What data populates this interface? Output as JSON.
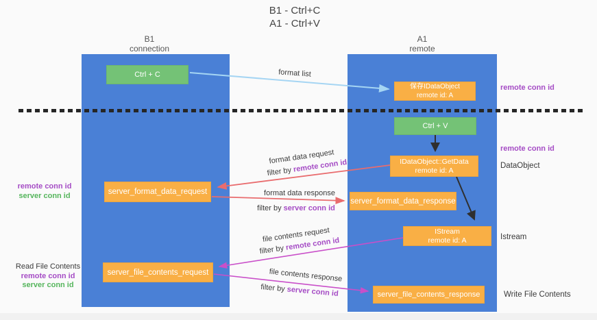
{
  "title": {
    "line1": "B1 - Ctrl+C",
    "line2": "A1 - Ctrl+V"
  },
  "lanes": {
    "left": {
      "name": "B1",
      "role": "connection"
    },
    "right": {
      "name": "A1",
      "role": "remote"
    }
  },
  "boxes": {
    "ctrl_c": {
      "label": "Ctrl + C"
    },
    "ctrl_v": {
      "label": "Ctrl + V"
    },
    "save_dataobject": {
      "line1": "保存IDataObject",
      "line2": "remote id: A"
    },
    "getdata": {
      "line1": "IDataObject::GetData",
      "line2": "remote id: A"
    },
    "istream": {
      "line1": "IStream",
      "line2": "remote id: A"
    },
    "server_format_data_request": {
      "label": "server_format_data_request"
    },
    "server_format_data_response": {
      "label": "server_format_data_response"
    },
    "server_file_contents_request": {
      "label": "server_file_contents_request"
    },
    "server_file_contents_response": {
      "label": "server_file_contents_response"
    }
  },
  "annotations": {
    "remote_conn_id": "remote conn id",
    "server_conn_id": "server conn id",
    "dataobject": "DataObject",
    "istream": "Istream",
    "read_file_contents": "Read File Contents",
    "write_file_contents": "Write File Contents"
  },
  "arrow_labels": {
    "format_list": "format list",
    "format_data_request": "format data request",
    "format_data_response": "format data response",
    "file_contents_request": "file contents request",
    "file_contents_response": "file contents response",
    "filter_by": "filter by"
  },
  "colors": {
    "lane_blue": "#4a80d6",
    "box_orange": "#f9af45",
    "box_green": "#74c276",
    "arrow_salmon": "#e96c6e",
    "arrow_magenta": "#c94fc9",
    "arrow_light_blue": "#a5d5f3",
    "arrow_black": "#2f2f2f",
    "label_purple": "#a54cc5",
    "label_green": "#55b55c"
  }
}
